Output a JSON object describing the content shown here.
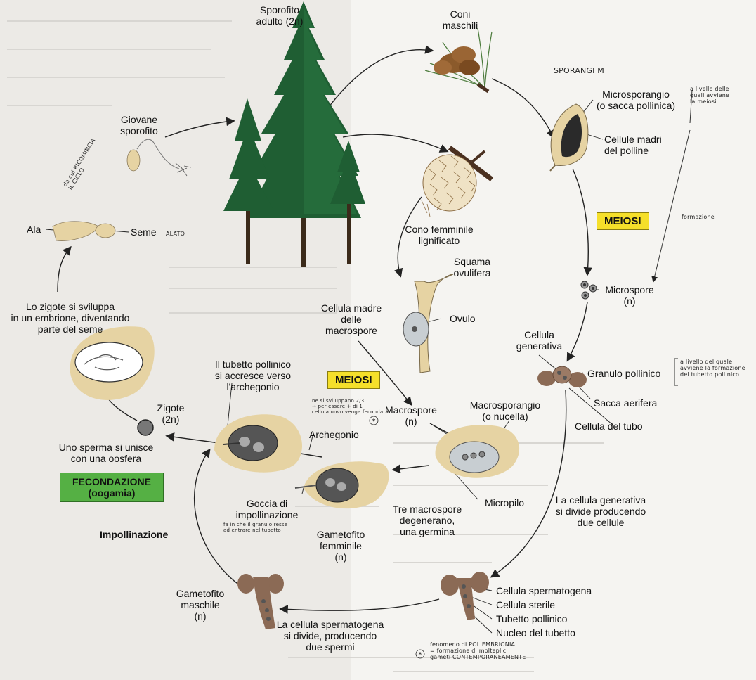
{
  "labels": {
    "sporofito_adulto": "Sporofito\nadulto (2n)",
    "coni_maschili": "Coni\nmaschili",
    "giovane_sporofito": "Giovane\nsporofito",
    "ala": "Ala",
    "seme": "Seme",
    "microsporangio": "Microsporangio\n(o sacca pollinica)",
    "cellule_madri": "Cellule madri\ndel polline",
    "cono_femminile": "Cono femminile\nlignificato",
    "microspore": "Microspore\n(n)",
    "squama": "Squama\novulifera",
    "cellula_madre_macro": "Cellula madre\ndelle\nmacrospore",
    "ovulo": "Ovulo",
    "zigote_sviluppa": "Lo zigote si sviluppa\nin un embrione, diventando\nparte del seme",
    "cellula_generativa": "Cellula\ngenerativa",
    "granulo_pollinico": "Granulo pollinico",
    "tubetto_accresce": "Il tubetto pollinico\nsi accresce verso\nl'archegonio",
    "sacca_aerifera": "Sacca aerifera",
    "zigote": "Zigote\n(2n)",
    "macrospore": "Macrospore\n(n)",
    "macrosporangio": "Macrosporangio\n(o nucella)",
    "cellula_tubo": "Cellula del tubo",
    "sperma_unisce": "Uno sperma si unisce\ncon una oosfera",
    "archegonio": "Archegonio",
    "goccia": "Goccia di\nimpollinazione",
    "tre_macrospore": "Tre macrospore\ndegenerano,\nuna germina",
    "micropilo": "Micropilo",
    "generativa_divide": "La cellula generativa\nsi divide producendo\ndue cellule",
    "impollinazione": "Impollinazione",
    "gametofito_femminile": "Gametofito\nfemminile\n(n)",
    "gametofito_maschile": "Gametofito\nmaschile\n(n)",
    "spermatogena_divide": "La cellula spermatogena\nsi divide, producendo\ndue spermi",
    "cellula_spermatogena": "Cellula spermatogena",
    "cellula_sterile": "Cellula sterile",
    "tubetto_pollinico": "Tubetto pollinico",
    "nucleo_tubetto": "Nucleo del tubetto"
  },
  "boxes": {
    "meiosi_1": "MEIOSI",
    "meiosi_2": "MEIOSI",
    "fecondazione": "FECONDAZIONE\n(oogamia)"
  },
  "handwritten": {
    "sporangi": "SPORANGI M",
    "alato": "ALATO",
    "ricomincia": "da cui RICOMINCIA\nIL CICLO",
    "livello_meiosi": "a livello delle\nquali avviene\nla meiosi",
    "formazione": "formazione",
    "livello_tubetto": "a livello del quale\navviene la formazione\ndel tubetto pollinico",
    "sviluppano": "ne si sviluppano 2/3\n→ per essere + di 1\ncellula uovo venga fecondata",
    "goccia_note": "fa in che il granulo resse\nad entrare nel tubetto",
    "poliembrionia": "fenomeno di POLIEMBRIONIA\n= formazione di molteplici\ngameti CONTEMPORANEAMENTE"
  },
  "colors": {
    "tan": "#e6d3a3",
    "brown": "#8b6a55",
    "gray_dark": "#555555",
    "gray_light": "#c8ced2",
    "tree_green": "#1f5e33",
    "meiosi_yellow": "#f5df2a",
    "fec_green": "#55b044"
  }
}
